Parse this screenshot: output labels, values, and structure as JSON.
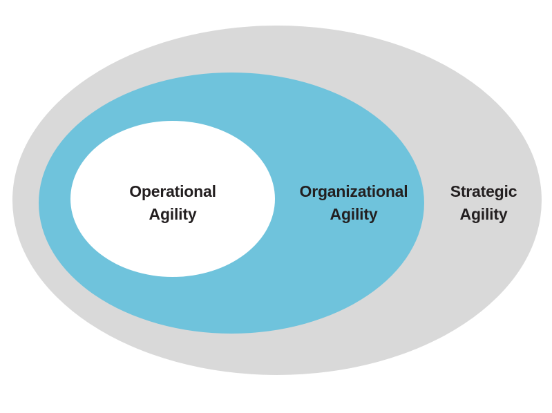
{
  "diagram": {
    "type": "concentric-ellipse-venn",
    "title": "",
    "background_color": "#ffffff",
    "rings": [
      {
        "id": "strategic",
        "label_line1": "Strategic",
        "label_line2": "Agility",
        "fill_color": "#d9d9d9",
        "level": 3,
        "scope": "outermost"
      },
      {
        "id": "organizational",
        "label_line1": "Organizational",
        "label_line2": "Agility",
        "fill_color": "#6fc3dc",
        "level": 2,
        "scope": "middle"
      },
      {
        "id": "operational",
        "label_line1": "Operational",
        "label_line2": "Agility",
        "fill_color": "#ffffff",
        "level": 1,
        "scope": "innermost"
      }
    ],
    "text_color": "#231f20"
  }
}
